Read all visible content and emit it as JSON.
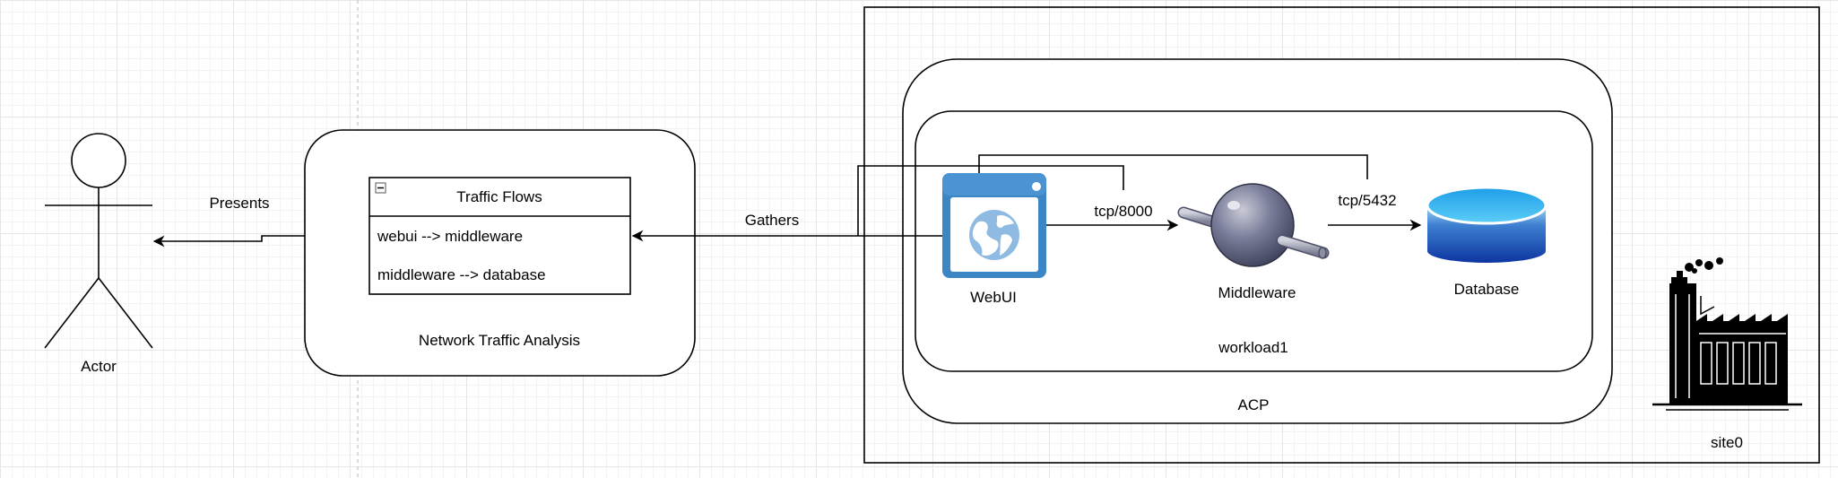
{
  "diagram": {
    "actor": {
      "label": "Actor"
    },
    "presents_edge": {
      "label": "Presents"
    },
    "network_traffic_analysis": {
      "label": "Network Traffic Analysis",
      "table": {
        "title": "Traffic Flows",
        "rows": [
          "webui --> middleware",
          "middleware --> database"
        ]
      }
    },
    "gathers_edge": {
      "label": "Gathers"
    },
    "site": {
      "label": "site0"
    },
    "acp": {
      "label": "ACP"
    },
    "workload": {
      "label": "workload1"
    },
    "webui": {
      "label": "WebUI"
    },
    "middleware": {
      "label": "Middleware"
    },
    "database": {
      "label": "Database"
    },
    "edges": {
      "webui_to_middleware": "tcp/8000",
      "middleware_to_database": "tcp/5432"
    },
    "colors": {
      "webui_blue": "#3d86c6",
      "middleware_gray": "#6a6f8c",
      "database_top": "#4cc3f4",
      "database_bottom": "#0d35a0"
    }
  }
}
